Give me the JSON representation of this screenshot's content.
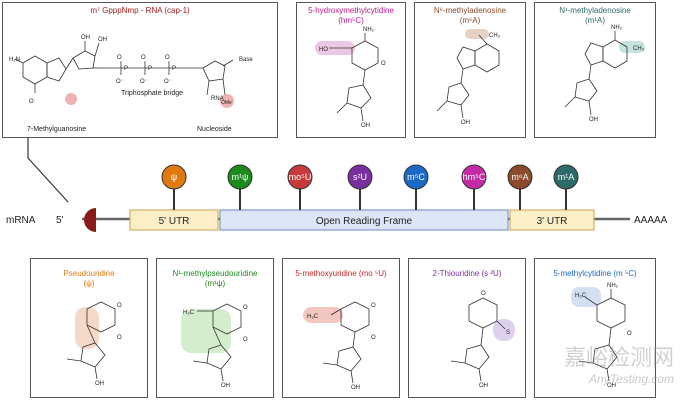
{
  "colors": {
    "cap": "#a51b1b",
    "hm5c": "#c0188e",
    "m6a": "#8b4a2a",
    "m1a": "#2d6a6a",
    "psi": "#e07a10",
    "m1psi": "#1c8a1c",
    "mo5u": "#c82828",
    "s2u": "#7a2fa0",
    "m5c": "#1a68c8",
    "orf_fill": "#dde6f7",
    "utr_fill": "#fcefc8"
  },
  "cap": {
    "title": "m⁷ GpppNmp - RNA (cap-1)",
    "triphosphate": "Triphosphate bridge",
    "guanosine": "7-Methylguanosine",
    "nucleoside": "Nucleoside",
    "base": "Base",
    "rna": "RNA",
    "ome": "OMe"
  },
  "top_mods": [
    {
      "name": "5-hydroxymethylcytidine",
      "abbr": "(hm⁵C)"
    },
    {
      "name": "N⁶-methyladenosine",
      "abbr": "(m⁶A)"
    },
    {
      "name": "N¹-methyladenosine",
      "abbr": "(m¹A)"
    }
  ],
  "bottom_mods": [
    {
      "name": "Pseudouridine",
      "abbr": "(ψ)"
    },
    {
      "name": "N¹-methylpseudouridine",
      "abbr": "(m¹ψ)"
    },
    {
      "name": "5-methoxyuridine (mo ⁵U)",
      "abbr": ""
    },
    {
      "name": "2-Thiouridine (s ²U)",
      "abbr": ""
    },
    {
      "name": "5-methylcytidine (m ⁵C)",
      "abbr": ""
    }
  ],
  "mrna": {
    "label": "mRNA",
    "five_prime": "5'",
    "utr5": "5' UTR",
    "orf": "Open Reading Frame",
    "utr3": "3' UTR",
    "polya": "AAAAA"
  },
  "pins": [
    {
      "label": "ψ",
      "color": "#e07a10"
    },
    {
      "label": "m¹ψ",
      "color": "#1c8a1c"
    },
    {
      "label": "mo⁵U",
      "color": "#c83a3a"
    },
    {
      "label": "s²U",
      "color": "#7a2fa0"
    },
    {
      "label": "m⁵C",
      "color": "#1a68c8"
    },
    {
      "label": "hm⁵C",
      "color": "#c42aa6"
    },
    {
      "label": "m⁶A",
      "color": "#8b4a2a"
    },
    {
      "label": "m¹A",
      "color": "#2d6a6a"
    }
  ],
  "watermark": {
    "cn": "嘉峪检测网",
    "en": "AnyTesting.com"
  }
}
